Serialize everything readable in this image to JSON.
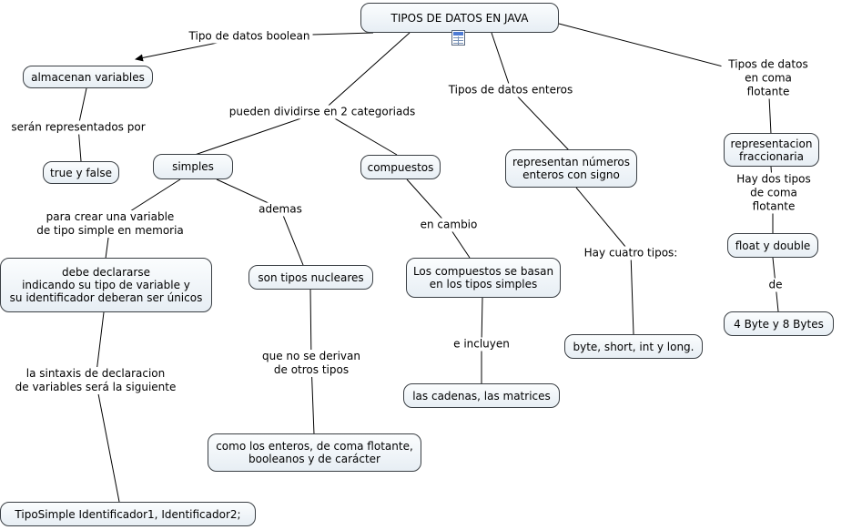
{
  "app": {
    "colors": {
      "canvas_bg": "#ffffff",
      "node_fill": "#e7eef4",
      "node_border": "#3a3f44",
      "line_color": "#000000",
      "resource_icon_accent": "#4e7bd4"
    }
  },
  "concepts": {
    "title": "TIPOS DE DATOS EN JAVA",
    "almacenan_variables": "almacenan variables",
    "true_y_false": "true y false",
    "simples": "simples",
    "compuestos": "compuestos",
    "representan_numeros": "representan números\nenteros con signo",
    "representacion_fraccionaria": "representacion\nfraccionaria",
    "float_y_double": "float y double",
    "bytes": "4 Byte y 8 Bytes",
    "byte_short_int_long": "byte, short, int y long.",
    "debe_declararse": "debe declararse\nindicando su tipo de variable y\nsu identificador deberan ser únicos",
    "tiposimple": "TipoSimple Identificador1, Identificador2;",
    "son_tipos_nucleares": "son tipos nucleares",
    "como_los_enteros": "como los enteros, de coma flotante,\nbooleanos y de carácter",
    "los_compuestos": "Los compuestos se basan\nen los tipos simples",
    "las_cadenas": "las cadenas, las matrices"
  },
  "links": {
    "tipo_boolean": "Tipo de datos boolean",
    "seran_representados": "serán representados por",
    "dos_categorias": "pueden dividirse en 2 categoriads",
    "datos_enteros": "Tipos de datos enteros",
    "coma_flotante": "Tipos de datos en coma flotante",
    "hay_dos_tipos": "Hay dos tipos de coma flotante",
    "de": "de",
    "hay_cuatro_tipos": "Hay cuatro tipos:",
    "para_crear": "para crear una variable\nde tipo simple en memoria",
    "ademas": "ademas",
    "que_no_se_derivan": "que no se derivan\nde otros tipos",
    "en_cambio": "en cambio",
    "e_incluyen": "e incluyen",
    "la_sintaxis": "la sintaxis de declaracion\nde variables será la siguiente"
  },
  "icons": {
    "title_resource": "resource-grid-icon"
  }
}
